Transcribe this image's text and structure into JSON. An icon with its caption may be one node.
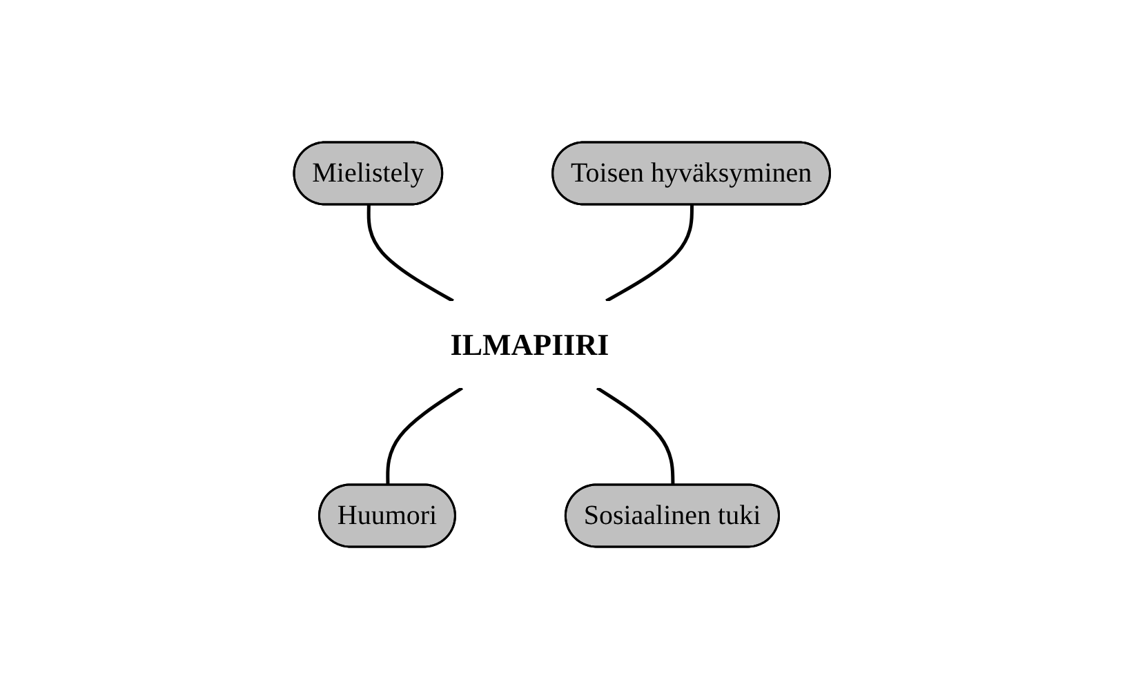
{
  "diagram": {
    "nodes": [
      {
        "text": [
          "Mielistely"
        ]
      },
      {
        "text": [
          "Toisen hyväksyminen"
        ]
      },
      {
        "text": [
          "ILMAPIIRI"
        ]
      },
      {
        "text": [
          "Huumori"
        ]
      },
      {
        "text": [
          "Sosiaalinen tuki"
        ]
      }
    ],
    "edges": [
      {
        "from": 0,
        "to": 2,
        "arrow": "none"
      },
      {
        "from": 1,
        "to": 2,
        "arrow": "none"
      },
      {
        "from": 2,
        "to": 3,
        "arrow": "none"
      },
      {
        "from": 2,
        "to": 4,
        "arrow": "none"
      }
    ]
  }
}
